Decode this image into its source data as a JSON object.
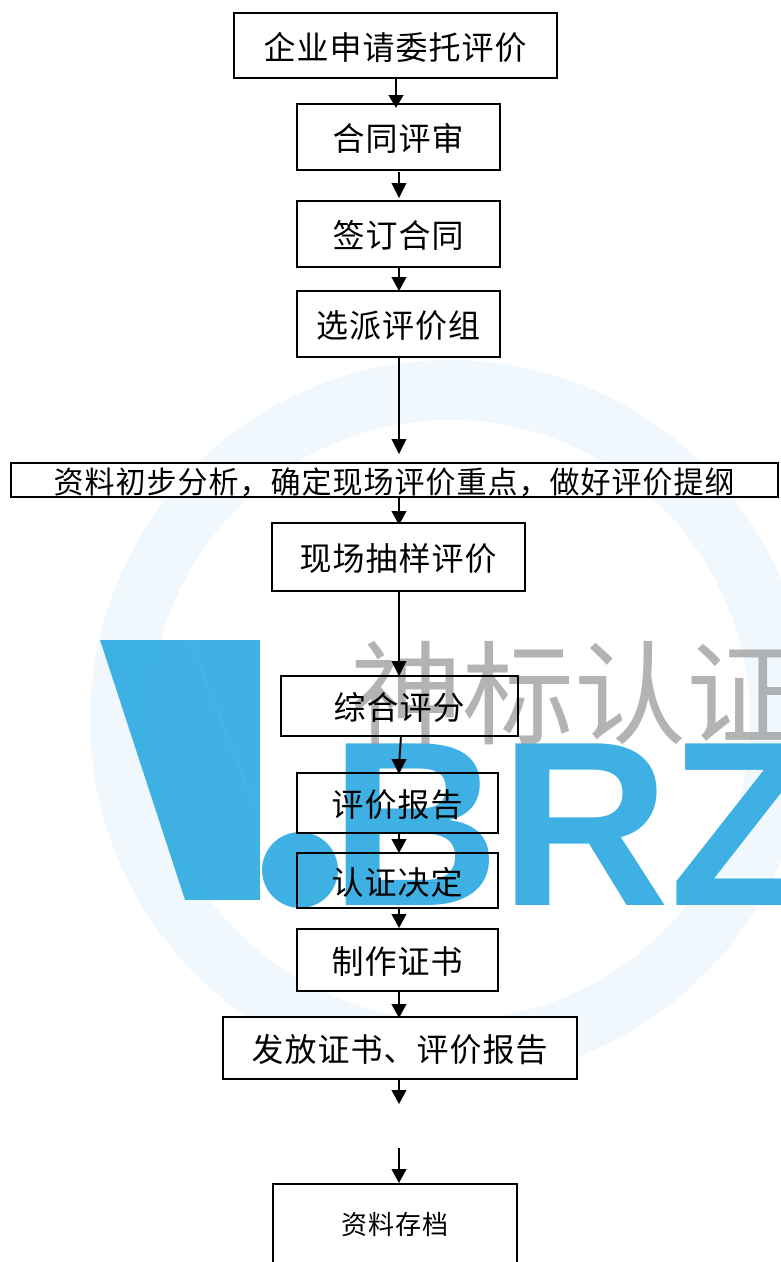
{
  "watermark": {
    "text": "神标认证",
    "logo_text": "BRZ",
    "logo_color": "#2aa8e0",
    "text_color": "#9a9a9a"
  },
  "steps": [
    {
      "id": "s1",
      "label": "企业申请委托评价"
    },
    {
      "id": "s2",
      "label": "合同评审"
    },
    {
      "id": "s3",
      "label": "签订合同"
    },
    {
      "id": "s4",
      "label": "选派评价组"
    },
    {
      "id": "s5",
      "label": "资料初步分析，确定现场评价重点，做好评价提纲"
    },
    {
      "id": "s6",
      "label": "现场抽样评价"
    },
    {
      "id": "s7",
      "label": "综合评分"
    },
    {
      "id": "s8",
      "label": "评价报告"
    },
    {
      "id": "s9",
      "label": "认证决定"
    },
    {
      "id": "s10",
      "label": "制作证书"
    },
    {
      "id": "s11",
      "label": "发放证书、评价报告"
    },
    {
      "id": "s12",
      "label": "资料存档"
    }
  ]
}
